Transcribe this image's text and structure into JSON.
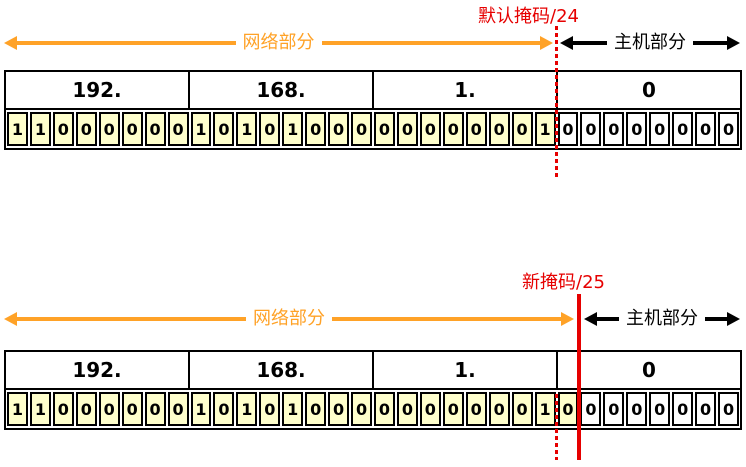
{
  "colors": {
    "orange": "#ffa227",
    "red": "#e60000",
    "network_fill": "#ffffcc",
    "host_fill": "#ffffff",
    "border": "#000000"
  },
  "diagrams": [
    {
      "mask_label": "默认掩码/24",
      "network_label": "网络部分",
      "host_label": "主机部分",
      "octets": [
        "192.",
        "168.",
        "1.",
        "0"
      ],
      "bits": "11000000101010000000000100000000",
      "network_bits": 24,
      "bold_bit_index": null,
      "boundary_lines": [
        {
          "style": "dotted",
          "bit_boundary": 24
        }
      ]
    },
    {
      "mask_label": "新掩码/25",
      "network_label": "网络部分",
      "host_label": "主机部分",
      "octets": [
        "192.",
        "168.",
        "1.",
        "0"
      ],
      "bits": "11000000101010000000000100000000",
      "network_bits": 25,
      "bold_bit_index": 24,
      "boundary_lines": [
        {
          "style": "dotted",
          "bit_boundary": 24
        },
        {
          "style": "solid",
          "bit_boundary": 25
        }
      ]
    }
  ]
}
